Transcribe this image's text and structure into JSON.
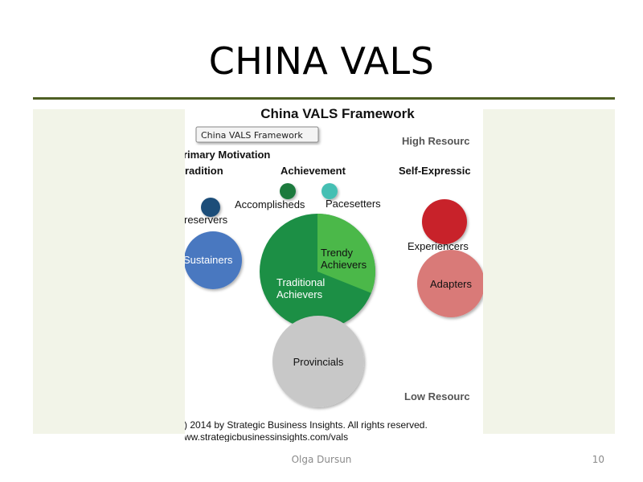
{
  "slide": {
    "title": "CHINA VALS",
    "footer_author": "Olga Dursun",
    "page_number": "10"
  },
  "diagram": {
    "title": "China VALS Framework",
    "tag_label": "China VALS Framework",
    "primary_motivation": "rimary Motivation",
    "motivation_tradition": "radition",
    "motivation_achievement": "Achievement",
    "motivation_self_expression": "Self-Expressic",
    "high_resources": "High Resourc",
    "low_resources": "Low Resourc",
    "copyright_line1": ") 2014 by Strategic Business Insights. All rights reserved.",
    "copyright_line2": "ww.strategicbusinessinsights.com/vals",
    "segments": {
      "preservers": "reservers",
      "accomplisheds": "Accomplisheds",
      "pacesetters": "Pacesetters",
      "sustainers": "Sustainers",
      "trendy_achievers_line1": "Trendy",
      "trendy_achievers_line2": "Achievers",
      "traditional_achievers_line1": "Traditional",
      "traditional_achievers_line2": "Achievers",
      "experiencers": "Experiencers",
      "adapters": "Adapters",
      "provincials": "Provincials"
    },
    "colors": {
      "preservers": "#1f4e79",
      "accomplisheds": "#1a7a3e",
      "pacesetters": "#45bfb3",
      "sustainers": "#4a78c0",
      "traditional_achievers": "#1a8f45",
      "trendy_achievers": "#4cb84a",
      "experiencers": "#c8202a",
      "adapters": "#d97a78",
      "provincials": "#c8c8c8"
    }
  }
}
